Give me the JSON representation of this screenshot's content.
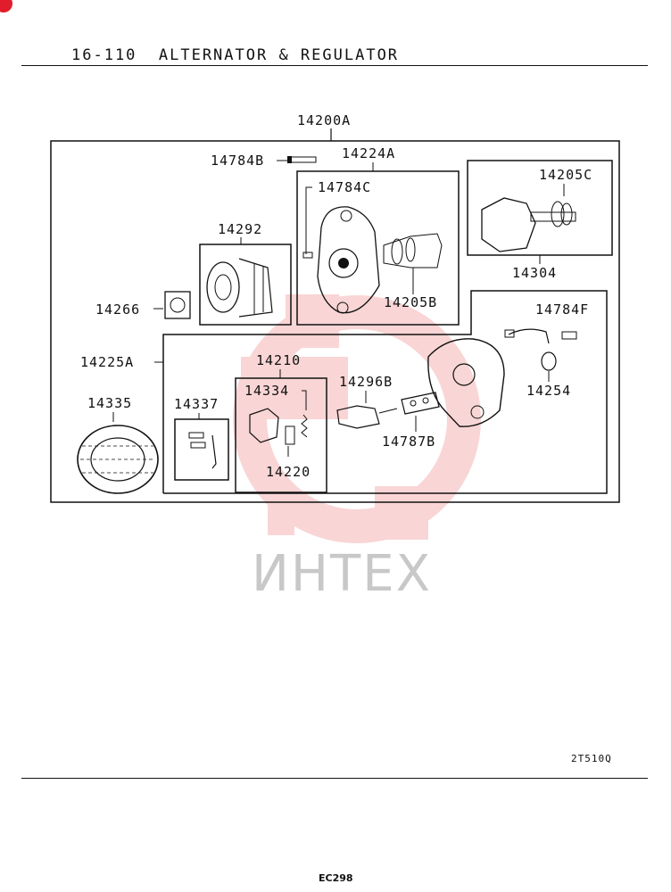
{
  "header": {
    "title": "16-110  ALTERNATOR & REGULATOR"
  },
  "parts": {
    "p14200A": "14200A",
    "p14784B": "14784B",
    "p14224A": "14224A",
    "p14784C": "14784C",
    "p14205C": "14205C",
    "p14292": "14292",
    "p14304": "14304",
    "p14205B": "14205B",
    "p14266": "14266",
    "p14784F": "14784F",
    "p14225A": "14225A",
    "p14210": "14210",
    "p14254": "14254",
    "p14335": "14335",
    "p14334": "14334",
    "p14296B": "14296B",
    "p14337": "14337",
    "p14787B": "14787B",
    "p14220": "14220"
  },
  "footer": {
    "code": "2T510Q",
    "page_ref": "EC298"
  },
  "watermark": {
    "text": "ИНТЕХ"
  },
  "colors": {
    "watermark_logo": "#f2a3a3",
    "watermark_text": "#c8c8c8",
    "badge": "#e11d2b",
    "ink": "#111111"
  }
}
